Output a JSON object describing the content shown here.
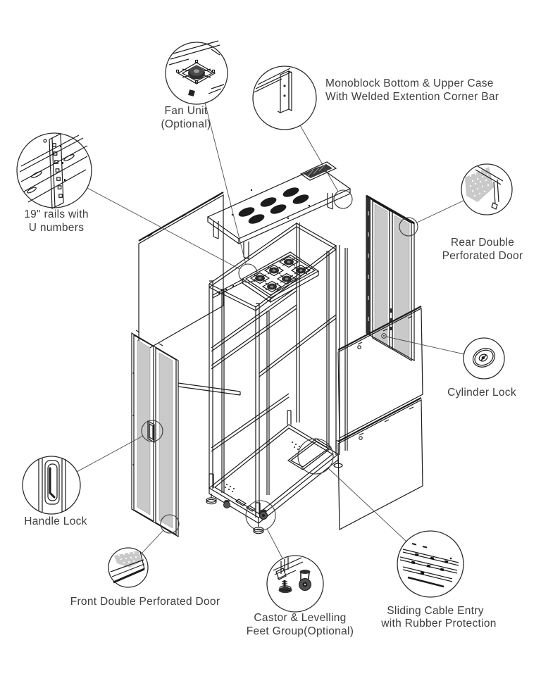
{
  "page": {
    "type": "technical-exploded-diagram",
    "subject": "Rack cabinet exploded view with part callouts",
    "background": "#ffffff"
  },
  "colors": {
    "drawing_line": "#1c1c1c",
    "leader_line": "#4d4d4d",
    "label_text": "#3e3e3e",
    "perforation_fill": "#c9c9c9",
    "detail_circle_stroke": "#2f2f2f"
  },
  "callouts": {
    "fan_unit": {
      "line1": "Fan Unit",
      "line2": "(Optional)"
    },
    "monoblock": {
      "line1": "Monoblock Bottom & Upper Case",
      "line2": "With Welded Extention Corner Bar"
    },
    "rails": {
      "line1": "19\" rails with",
      "line2": "U numbers"
    },
    "rear_door": {
      "line1": "Rear Double",
      "line2": "Perforated Door"
    },
    "cylinder_lock": {
      "line1": "Cylinder Lock"
    },
    "handle_lock": {
      "line1": "Handle Lock"
    },
    "front_door": {
      "line1": "Front Double Perforated Door"
    },
    "castor": {
      "line1": "Castor & Levelling",
      "line2": "Feet Group(Optional)"
    },
    "cable_entry": {
      "line1": "Sliding Cable Entry",
      "line2": "with Rubber Protection"
    }
  }
}
